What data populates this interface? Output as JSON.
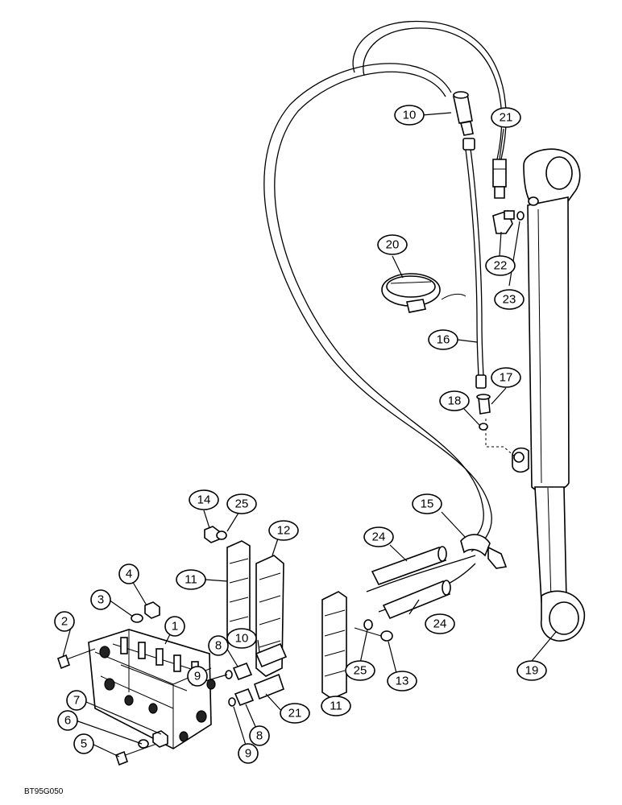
{
  "drawing_code": "BT95G050",
  "callouts": [
    {
      "id": "c1",
      "label": "1"
    },
    {
      "id": "c2",
      "label": "2"
    },
    {
      "id": "c3",
      "label": "3"
    },
    {
      "id": "c4",
      "label": "4"
    },
    {
      "id": "c5",
      "label": "5"
    },
    {
      "id": "c6",
      "label": "6"
    },
    {
      "id": "c7",
      "label": "7"
    },
    {
      "id": "c8a",
      "label": "8"
    },
    {
      "id": "c8b",
      "label": "8"
    },
    {
      "id": "c9a",
      "label": "9"
    },
    {
      "id": "c9b",
      "label": "9"
    },
    {
      "id": "c10a",
      "label": "10"
    },
    {
      "id": "c10b",
      "label": "10"
    },
    {
      "id": "c11a",
      "label": "11"
    },
    {
      "id": "c11b",
      "label": "11"
    },
    {
      "id": "c12",
      "label": "12"
    },
    {
      "id": "c13",
      "label": "13"
    },
    {
      "id": "c14",
      "label": "14"
    },
    {
      "id": "c15",
      "label": "15"
    },
    {
      "id": "c16",
      "label": "16"
    },
    {
      "id": "c17",
      "label": "17"
    },
    {
      "id": "c18",
      "label": "18"
    },
    {
      "id": "c19",
      "label": "19"
    },
    {
      "id": "c20",
      "label": "20"
    },
    {
      "id": "c21a",
      "label": "21"
    },
    {
      "id": "c21b",
      "label": "21"
    },
    {
      "id": "c22",
      "label": "22"
    },
    {
      "id": "c23",
      "label": "23"
    },
    {
      "id": "c24a",
      "label": "24"
    },
    {
      "id": "c24b",
      "label": "24"
    },
    {
      "id": "c25a",
      "label": "25"
    },
    {
      "id": "c25b",
      "label": "25"
    }
  ]
}
